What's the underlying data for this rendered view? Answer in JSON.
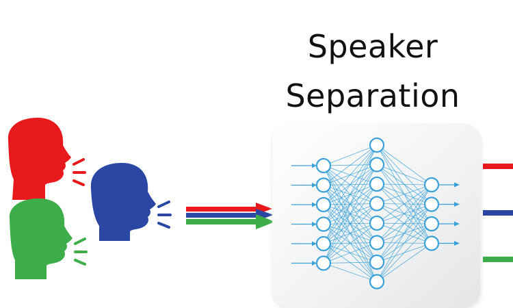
{
  "title": {
    "line1": "Speaker",
    "line2": "Separation"
  },
  "speakers": [
    {
      "color": "#e8191c",
      "icon": "speaking-head-icon"
    },
    {
      "color": "#3cad48",
      "icon": "speaking-head-icon"
    },
    {
      "color": "#2a48a3",
      "icon": "speaking-head-icon"
    }
  ],
  "network": {
    "layers": [
      6,
      8,
      4
    ],
    "node_color": "#3aa1d6",
    "node_fill": "#ffffff"
  },
  "outputs": [
    {
      "color": "#e8191c"
    },
    {
      "color": "#2a48a3"
    },
    {
      "color": "#3cad48"
    }
  ]
}
